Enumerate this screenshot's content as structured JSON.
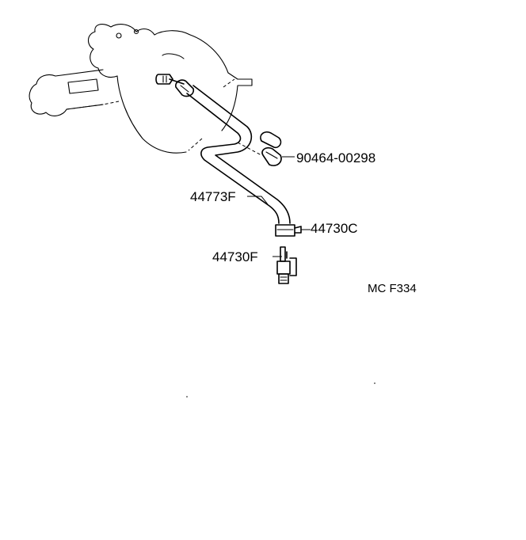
{
  "parts": {
    "clip_upper": "90464-00298",
    "hose": "44773F",
    "clamp": "44730C",
    "union": "44730F"
  },
  "figure_code": "MC F334"
}
